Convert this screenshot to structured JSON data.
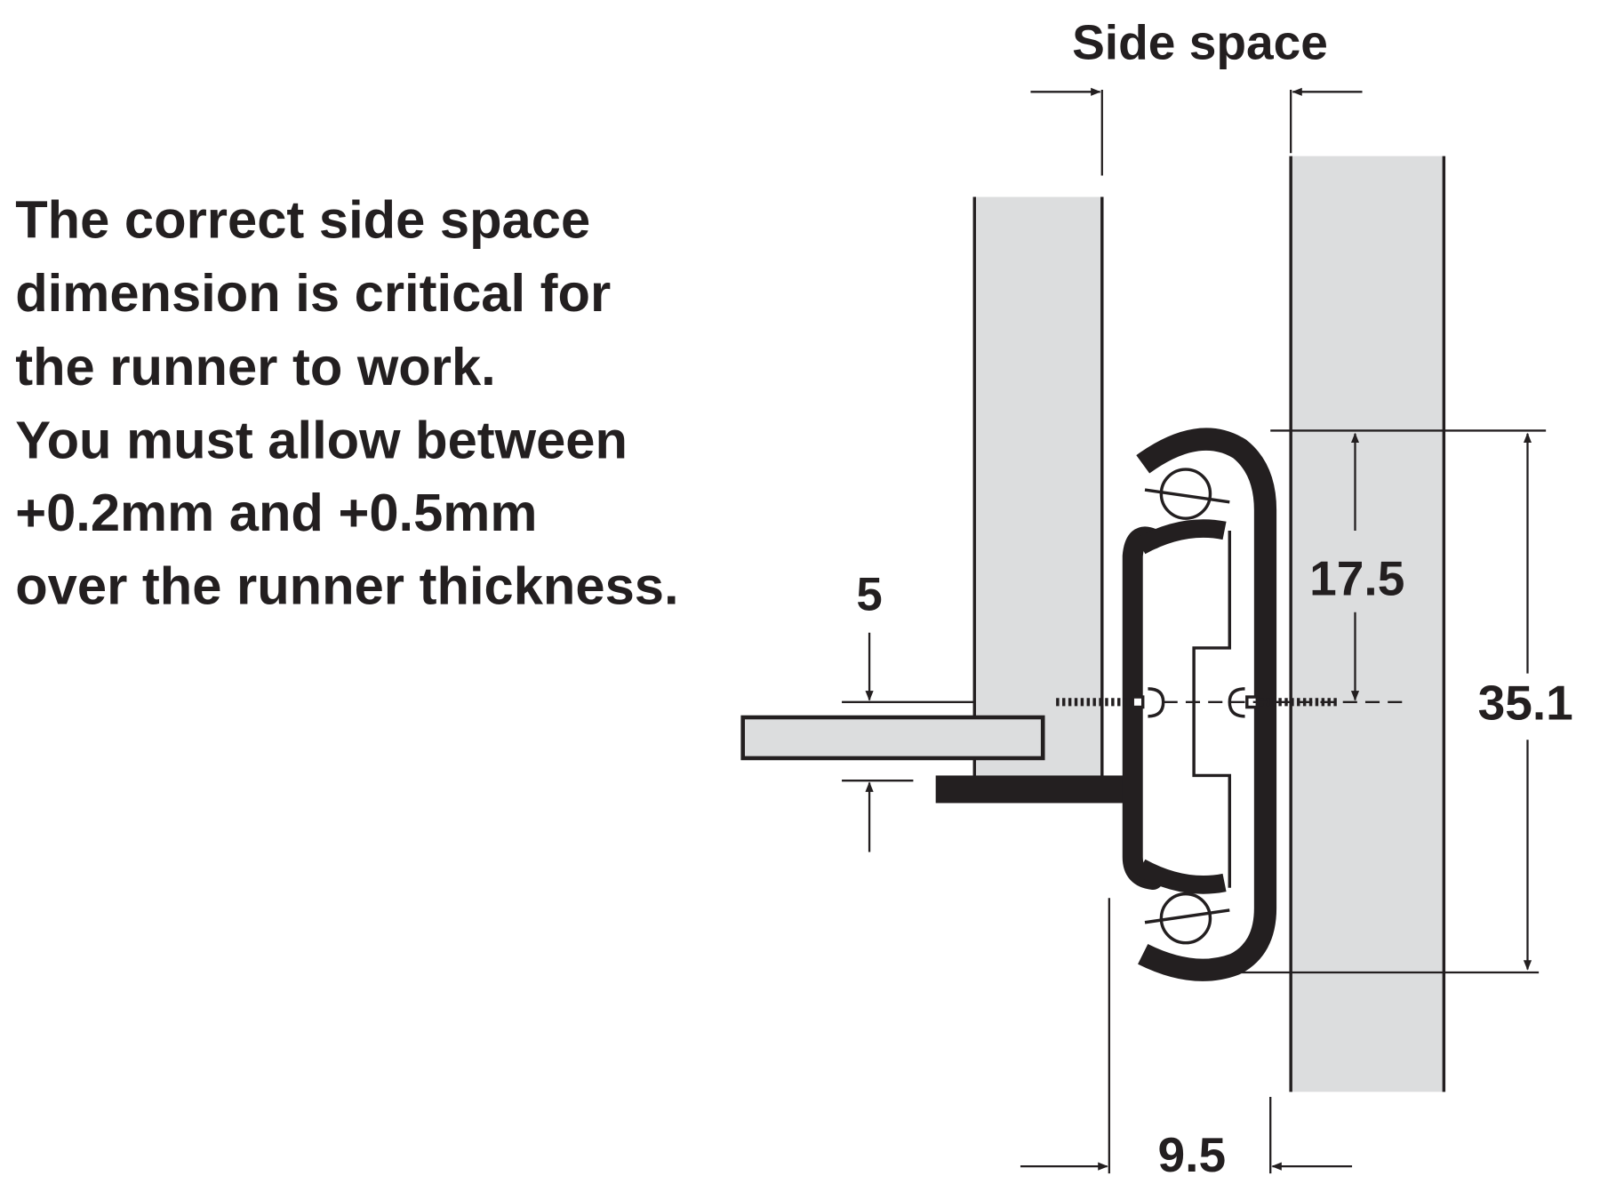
{
  "note": {
    "lines": [
      "The correct side space",
      "dimension is critical for",
      "the runner to work.",
      "You must allow between",
      "+0.2mm and +0.5mm",
      "over the runner thickness."
    ]
  },
  "dimensions": {
    "side_space": "Side space",
    "offset": "5",
    "half_height": "17.5",
    "height": "35.1",
    "thickness": "9.5"
  },
  "colors": {
    "ink": "#231f20",
    "panel": "#dcddde"
  }
}
